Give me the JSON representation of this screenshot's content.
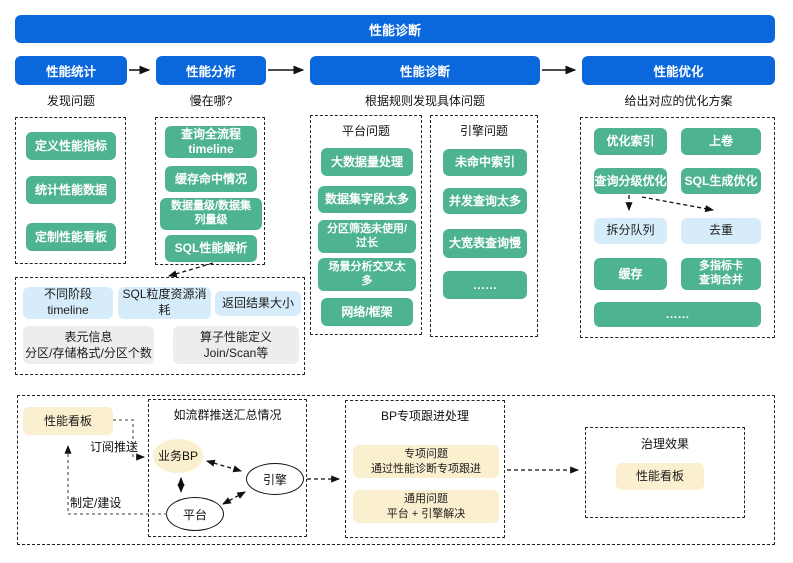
{
  "colors": {
    "blue": "#0B67DC",
    "green": "#4DB390",
    "light_blue": "#D6ECFA",
    "gray": "#EDEDEE",
    "yellow": "#FAEFCE"
  },
  "banner": {
    "title": "性能诊断"
  },
  "stages": [
    {
      "label": "性能统计",
      "sub": "发现问题"
    },
    {
      "label": "性能分析",
      "sub": "慢在哪?"
    },
    {
      "label": "性能诊断",
      "sub": "根据规则发现具体问题"
    },
    {
      "label": "性能优化",
      "sub": "给出对应的优化方案"
    }
  ],
  "panels": {
    "stat": [
      "定义性能指标",
      "统计性能数据",
      "定制性能看板"
    ],
    "analysis": [
      "查询全流程\ntimeline",
      "缓存命中情况",
      "数据量级/数据集\n列量级",
      "SQL性能解析"
    ],
    "platform": {
      "header": "平台问题",
      "items": [
        "大数据量处理",
        "数据集字段太多",
        "分区筛选未使用/\n过长",
        "场景分析交叉太\n多",
        "网络/框架"
      ]
    },
    "engine": {
      "header": "引擎问题",
      "items": [
        "未命中索引",
        "并发查询太多",
        "大宽表查询慢",
        "……"
      ]
    },
    "optimize": {
      "row1": [
        "优化索引",
        "上卷"
      ],
      "row2": [
        "查询分级优化",
        "SQL生成优化"
      ],
      "row3": [
        "拆分队列",
        "去重"
      ],
      "row4": [
        "缓存",
        "多指标卡\n查询合并"
      ],
      "row5": "……"
    },
    "detail": {
      "blue_items": [
        "不同阶段\ntimeline",
        "SQL粒度资源消\n耗",
        "返回结果大小"
      ],
      "gray_items": [
        "表元信息\n分区/存储格式/分区个数",
        "算子性能定义\nJoin/Scan等"
      ]
    }
  },
  "bottom": {
    "dashboard": "性能看板",
    "subscribe_label": "订阅推送",
    "build_label": "制定/建设",
    "group": {
      "title": "如流群推送汇总情况",
      "business_bp": "业务BP",
      "engine": "引擎",
      "platform": "平台"
    },
    "bp": {
      "title": "BP专项跟进处理",
      "items": [
        "专项问题\n通过性能诊断专项跟进",
        "通用问题\n平台 + 引擎解决"
      ]
    },
    "result": {
      "title": "治理效果",
      "item": "性能看板"
    }
  }
}
